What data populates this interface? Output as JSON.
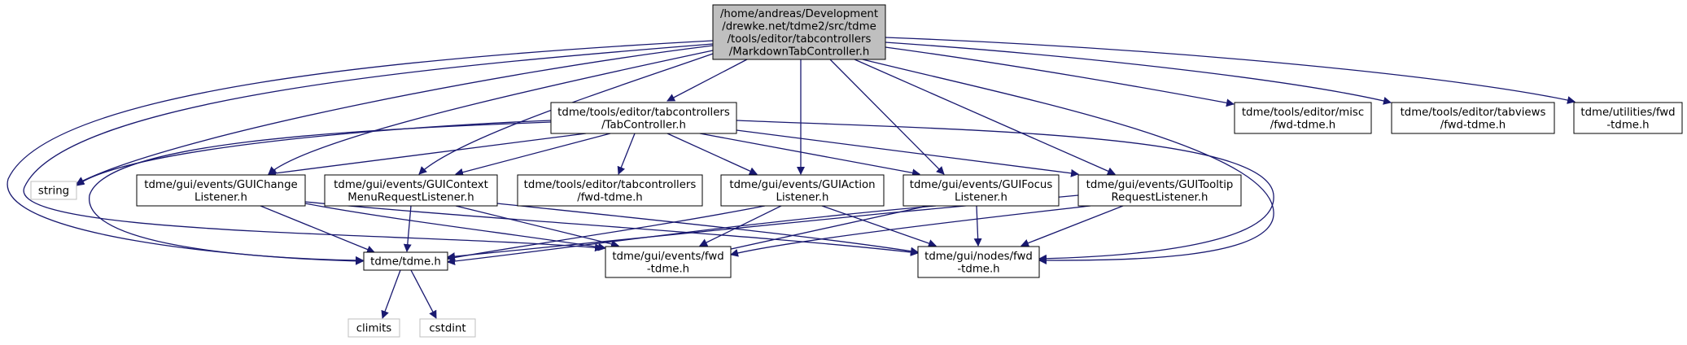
{
  "colors": {
    "edge": "#191970",
    "root_fill": "#bfbfbf",
    "node_border": "#000000",
    "external_border": "#bfbfbf",
    "node_fill": "#ffffff"
  },
  "nodes": {
    "root": {
      "lines": [
        "/home/andreas/Development",
        "/drewke.net/tdme2/src/tdme",
        "/tools/editor/tabcontrollers",
        "/MarkdownTabController.h"
      ]
    },
    "tabcontroller": {
      "lines": [
        "tdme/tools/editor/tabcontrollers",
        "/TabController.h"
      ]
    },
    "misc_fwd": {
      "lines": [
        "tdme/tools/editor/misc",
        "/fwd-tdme.h"
      ]
    },
    "tabviews_fwd": {
      "lines": [
        "tdme/tools/editor/tabviews",
        "/fwd-tdme.h"
      ]
    },
    "utilities_fwd": {
      "lines": [
        "tdme/utilities/fwd",
        "-tdme.h"
      ]
    },
    "string": {
      "lines": [
        "string"
      ]
    },
    "guichange": {
      "lines": [
        "tdme/gui/events/GUIChange",
        "Listener.h"
      ]
    },
    "guicontext": {
      "lines": [
        "tdme/gui/events/GUIContext",
        "MenuRequestListener.h"
      ]
    },
    "tabcontrollers_fwd": {
      "lines": [
        "tdme/tools/editor/tabcontrollers",
        "/fwd-tdme.h"
      ]
    },
    "guiaction": {
      "lines": [
        "tdme/gui/events/GUIAction",
        "Listener.h"
      ]
    },
    "guifocus": {
      "lines": [
        "tdme/gui/events/GUIFocus",
        "Listener.h"
      ]
    },
    "guitooltip": {
      "lines": [
        "tdme/gui/events/GUITooltip",
        "RequestListener.h"
      ]
    },
    "tdme_h": {
      "lines": [
        "tdme/tdme.h"
      ]
    },
    "events_fwd": {
      "lines": [
        "tdme/gui/events/fwd",
        "-tdme.h"
      ]
    },
    "nodes_fwd": {
      "lines": [
        "tdme/gui/nodes/fwd",
        "-tdme.h"
      ]
    },
    "climits": {
      "lines": [
        "climits"
      ]
    },
    "cstdint": {
      "lines": [
        "cstdint"
      ]
    }
  }
}
